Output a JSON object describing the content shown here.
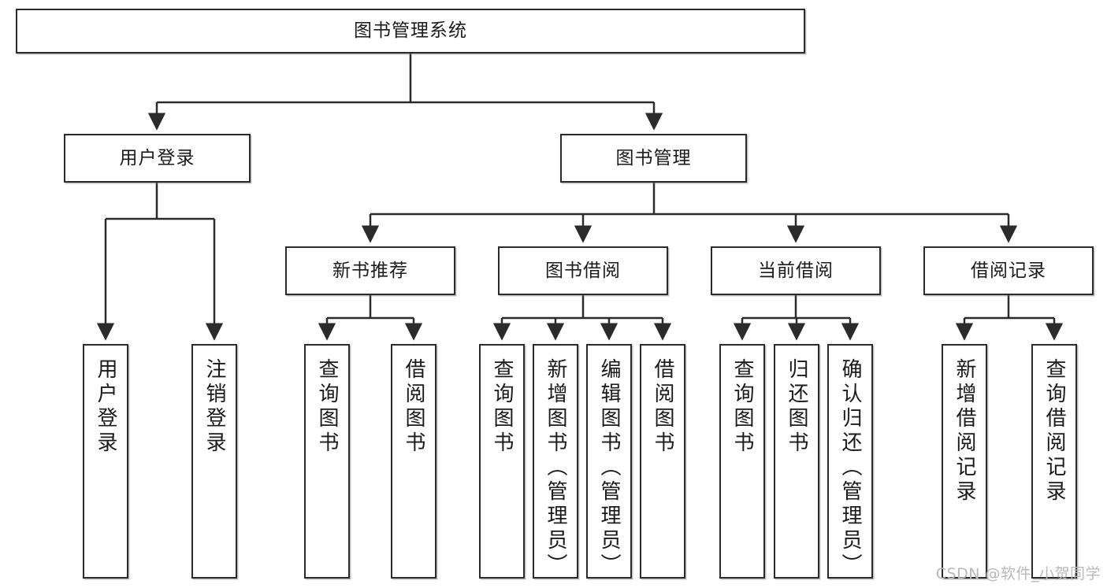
{
  "diagram": {
    "type": "hierarchy-tree",
    "title": "图书管理系统",
    "root": {
      "label": "图书管理系统"
    },
    "level2": [
      {
        "label": "用户登录"
      },
      {
        "label": "图书管理"
      }
    ],
    "level3": [
      {
        "label": "新书推荐"
      },
      {
        "label": "图书借阅"
      },
      {
        "label": "当前借阅"
      },
      {
        "label": "借阅记录"
      }
    ],
    "leaves": {
      "user_login": [
        {
          "label": "用户登录"
        },
        {
          "label": "注销登录"
        }
      ],
      "new_book_recommend": [
        {
          "label": "查询图书"
        },
        {
          "label": "借阅图书"
        }
      ],
      "book_borrow": [
        {
          "label": "查询图书"
        },
        {
          "label": "新增图书（管理员）"
        },
        {
          "label": "编辑图书（管理员）"
        },
        {
          "label": "借阅图书"
        }
      ],
      "current_borrow": [
        {
          "label": "查询图书"
        },
        {
          "label": "归还图书"
        },
        {
          "label": "确认归还（管理员）"
        }
      ],
      "borrow_records": [
        {
          "label": "新增借阅记录"
        },
        {
          "label": "查询借阅记录"
        }
      ]
    }
  },
  "watermark": {
    "text": "CSDN @软件_小贺同学"
  },
  "colors": {
    "border": "#2b2b2b",
    "text": "#1a1a1a",
    "background": "#ffffff",
    "watermark": "#b9b9b9"
  }
}
